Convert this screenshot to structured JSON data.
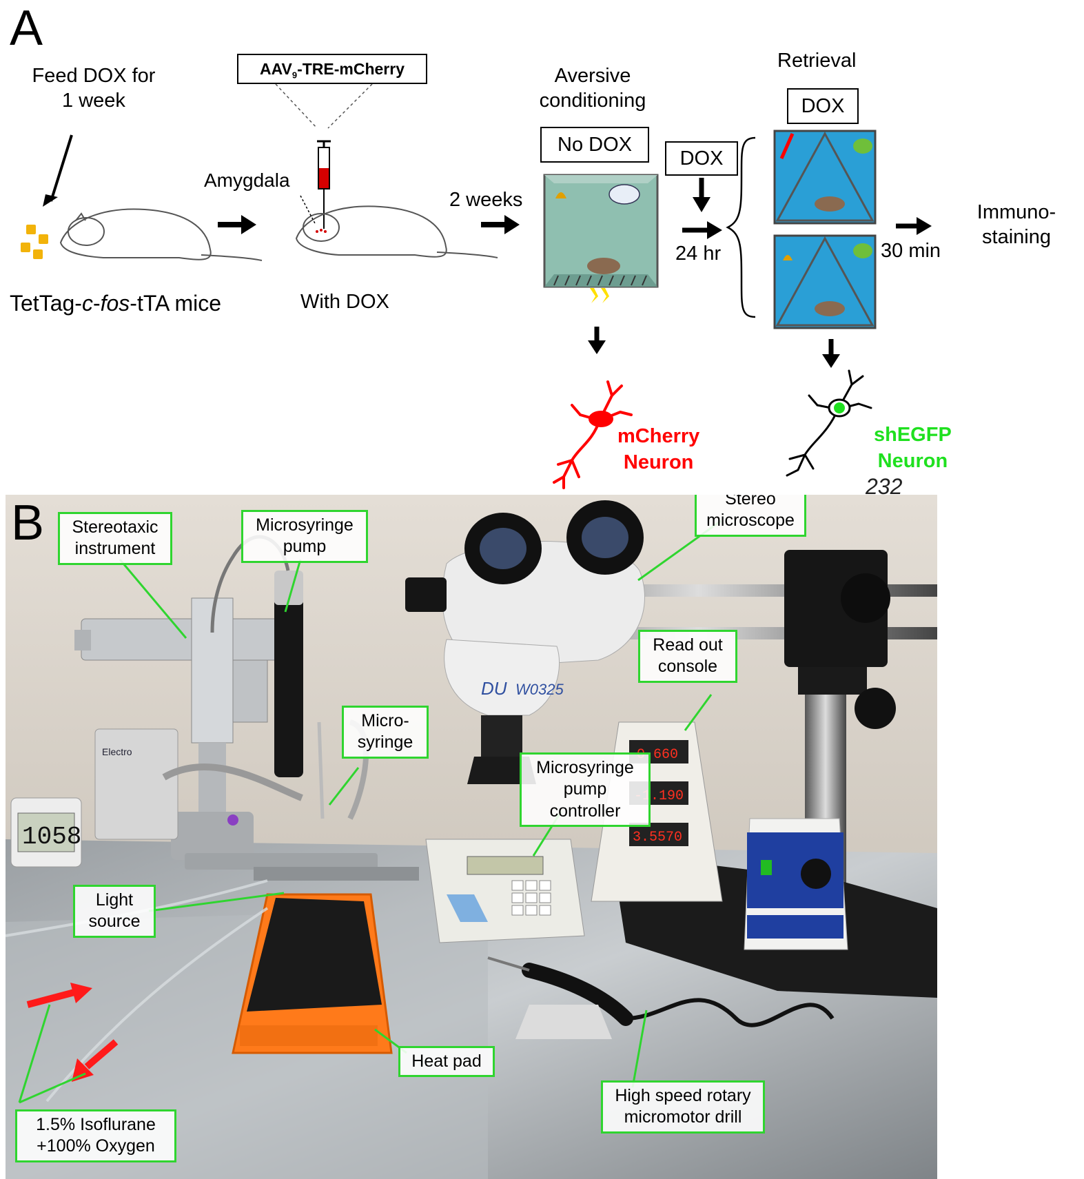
{
  "panelA": {
    "letter": "A",
    "feed_dox_line1": "Feed DOX for",
    "feed_dox_line2": "1 week",
    "mice_prefix": "TetTag-",
    "mice_italic1": "c",
    "mice_dash": "-",
    "mice_italic2": "fos",
    "mice_suffix": "-tTA mice",
    "virus_main": "AAV",
    "virus_sub": "9",
    "virus_rest": "-TRE-mCherry",
    "amygdala": "Amygdala",
    "with_dox": "With DOX",
    "two_weeks": "2 weeks",
    "aversive_line1": "Aversive",
    "aversive_line2": "conditioning",
    "no_dox": "No DOX",
    "dox_mid": "DOX",
    "hr24": "24 hr",
    "retrieval": "Retrieval",
    "dox_top": "DOX",
    "min30": "30 min",
    "immuno_line1": "Immuno-",
    "immuno_line2": "staining",
    "mcherry_line1": "mCherry",
    "mcherry_line2": "Neuron",
    "shegfp_line1": "shEGFP",
    "shegfp_line2": "Neuron",
    "page_number": "232",
    "colors": {
      "mcherry": "#ff0000",
      "shegfp": "#1fe01f",
      "chamber": "#2a9fd6",
      "arrow": "#000000"
    }
  },
  "panelB": {
    "letter": "B",
    "labels": {
      "stereotaxic_line1": "Stereotaxic",
      "stereotaxic_line2": "instrument",
      "pump_line1": "Microsyringe",
      "pump_line2": "pump",
      "stereo_line1": "Stereo",
      "stereo_line2": "microscope",
      "readout_line1": "Read out",
      "readout_line2": "console",
      "microsyringe_line1": "Micro-",
      "microsyringe_line2": "syringe",
      "controller_line1": "Microsyringe",
      "controller_line2": "pump",
      "controller_line3": "controller",
      "light_line1": "Light",
      "light_line2": "source",
      "heatpad": "Heat pad",
      "drill_line1": "High speed rotary",
      "drill_line2": "micromotor drill",
      "iso_line1": "1.5% Isoflurane",
      "iso_line2": "+100% Oxygen"
    },
    "device_text": {
      "timer": "1058",
      "readout_x": "0.660",
      "readout_y": "-1.190",
      "readout_z": "3.5570",
      "pen_text1": "DU",
      "pen_text2": "W0325"
    },
    "colors": {
      "label_border": "#2fd52f",
      "arrow_red": "#ff1a1a",
      "heatpad_orange": "#ff7a1a"
    }
  }
}
